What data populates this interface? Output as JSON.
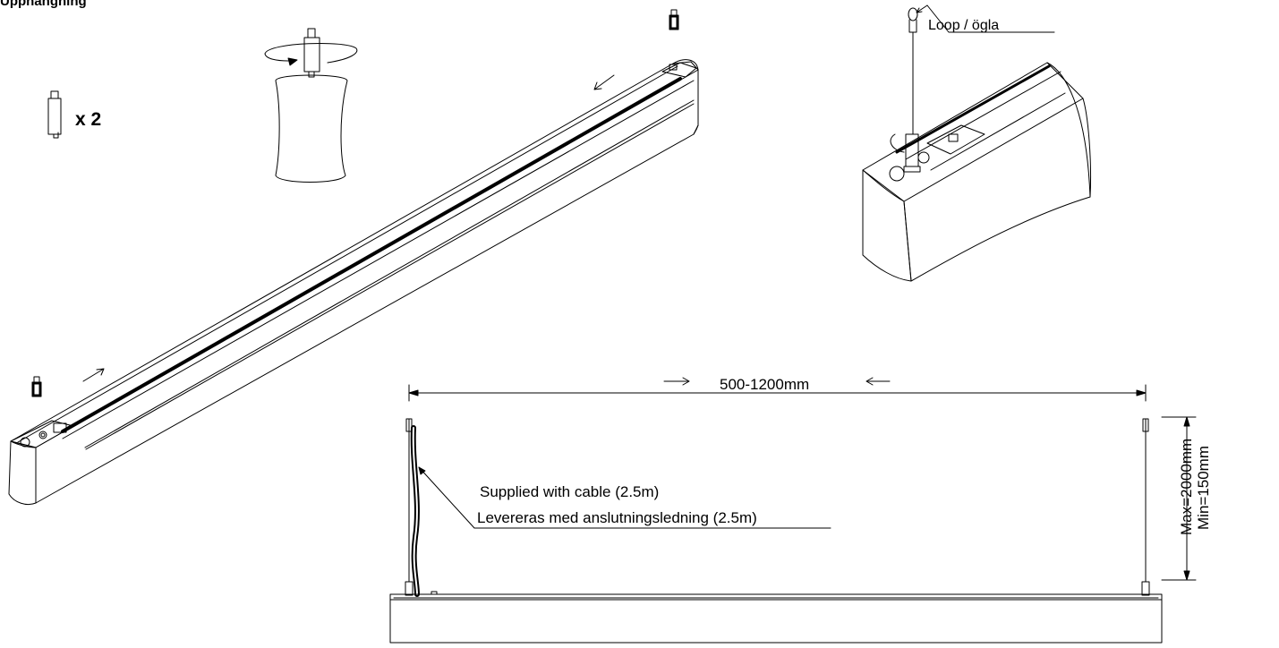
{
  "labels": {
    "heading": "Upphängning",
    "count": "x 2",
    "loop": "Loop / ögla",
    "distance": "500-1200mm",
    "cable_en": "Supplied with cable (2.5m)",
    "cable_sv": "Levereras med anslutningsledning (2.5m)",
    "height_max": "Max=2000mm",
    "height_min": "Min=150mm"
  },
  "colors": {
    "line": "#000000",
    "background": "#ffffff"
  }
}
